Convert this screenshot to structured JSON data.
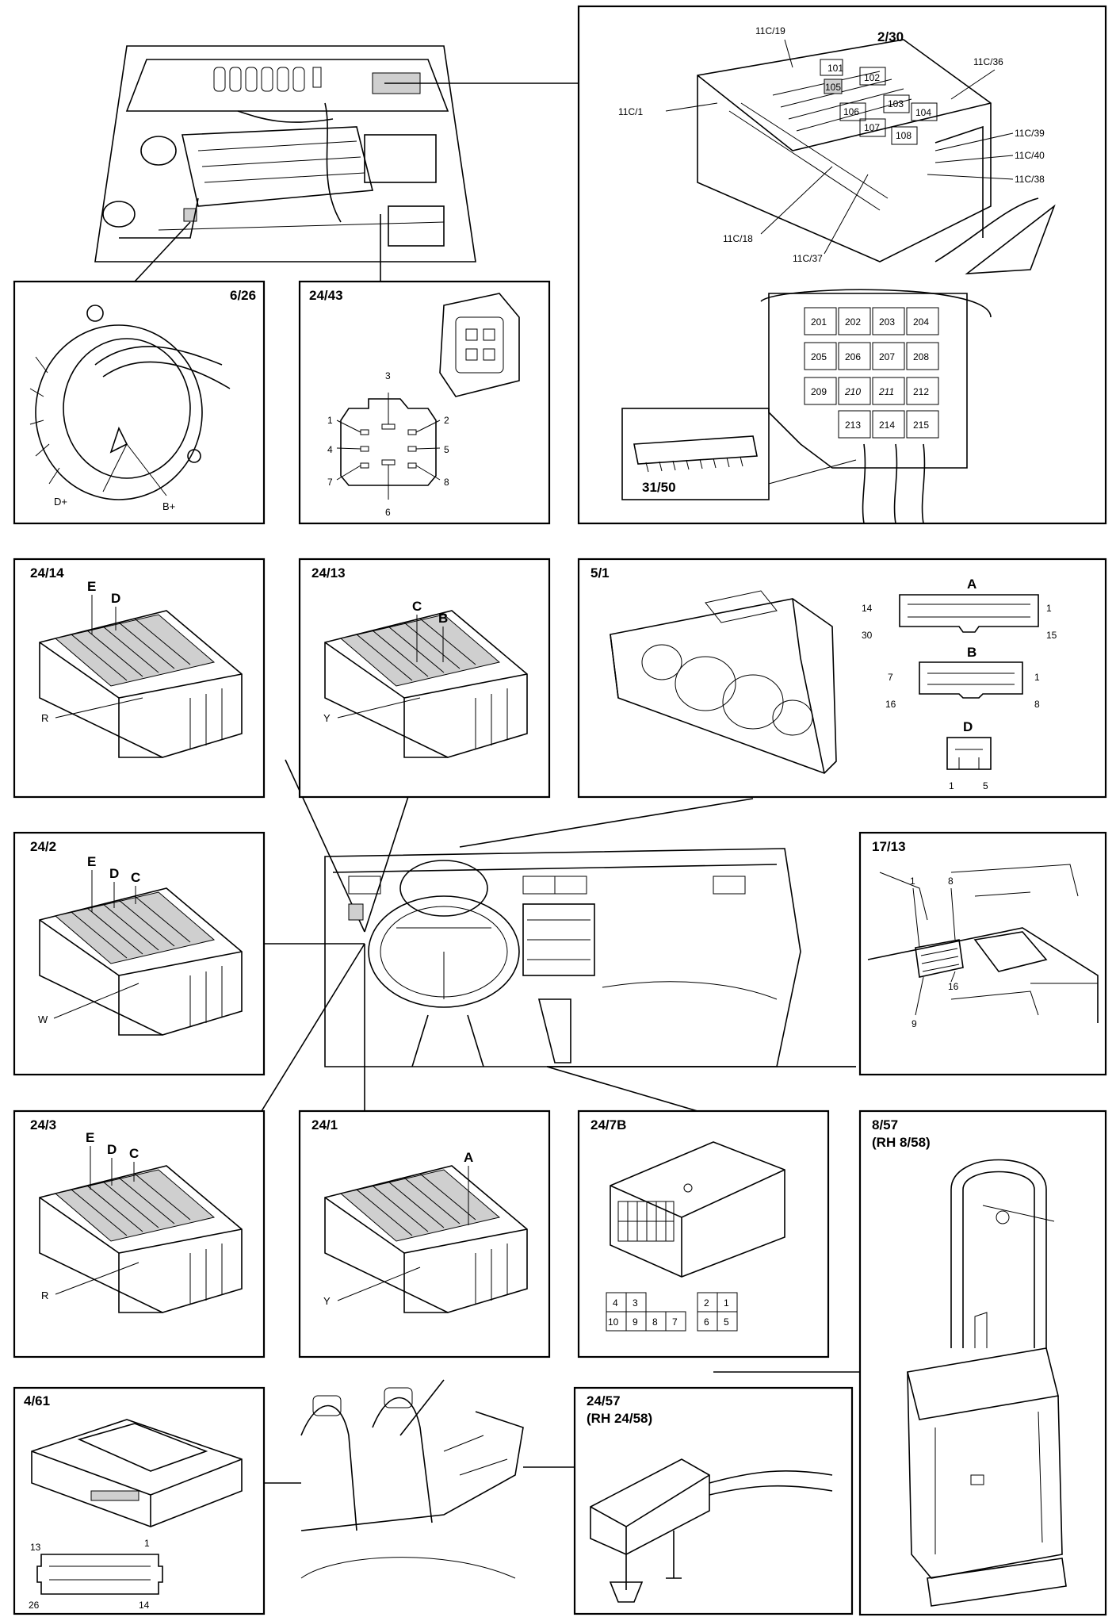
{
  "panels": {
    "p626": {
      "title": "6/26",
      "d_plus": "D+",
      "b_plus": "B+"
    },
    "p2443": {
      "title": "24/43",
      "pins": [
        "1",
        "2",
        "3",
        "4",
        "5",
        "6",
        "7",
        "8"
      ]
    },
    "p230": {
      "title": "2/30",
      "callouts": [
        "11C/19",
        "11C/36",
        "11C/1",
        "11C/39",
        "11C/40",
        "11C/38",
        "11C/18",
        "11C/37"
      ],
      "relays_top": [
        "101",
        "102",
        "103",
        "104",
        "105",
        "106",
        "107",
        "108"
      ],
      "fuses": [
        "201",
        "202",
        "203",
        "204",
        "205",
        "206",
        "207",
        "208",
        "209",
        "210",
        "211",
        "212",
        "213",
        "214",
        "215"
      ],
      "sub_label": "31/50"
    },
    "p2414": {
      "title": "24/14",
      "conn": [
        "E",
        "D"
      ],
      "color": "R"
    },
    "p2413": {
      "title": "24/13",
      "conn": [
        "C",
        "B"
      ],
      "color": "Y"
    },
    "p51": {
      "title": "5/1",
      "a": {
        "name": "A",
        "p14": "14",
        "p1": "1",
        "p30": "30",
        "p15": "15"
      },
      "b": {
        "name": "B",
        "p7": "7",
        "p1": "1",
        "p16": "16",
        "p8": "8"
      },
      "d": {
        "name": "D",
        "p1": "1",
        "p5": "5"
      }
    },
    "p242": {
      "title": "24/2",
      "conn": [
        "E",
        "D",
        "C"
      ],
      "color": "W"
    },
    "p1713": {
      "title": "17/13",
      "pins": [
        "1",
        "8",
        "16",
        "9"
      ]
    },
    "p243": {
      "title": "24/3",
      "conn": [
        "E",
        "D",
        "C"
      ],
      "color": "R"
    },
    "p241": {
      "title": "24/1",
      "conn": [
        "A"
      ],
      "color": "Y"
    },
    "p247b": {
      "title": "24/7B",
      "grid_top": [
        "4",
        "3",
        "",
        "",
        "2",
        "1"
      ],
      "grid_bottom": [
        "10",
        "9",
        "8",
        "7",
        "6",
        "5"
      ]
    },
    "p857": {
      "title": "8/57",
      "subtitle": "(RH 8/58)"
    },
    "p461": {
      "title": "4/61",
      "p13": "13",
      "p1": "1",
      "p26": "26",
      "p14": "14"
    },
    "p2457": {
      "title": "24/57",
      "subtitle": "(RH 24/58)"
    }
  }
}
